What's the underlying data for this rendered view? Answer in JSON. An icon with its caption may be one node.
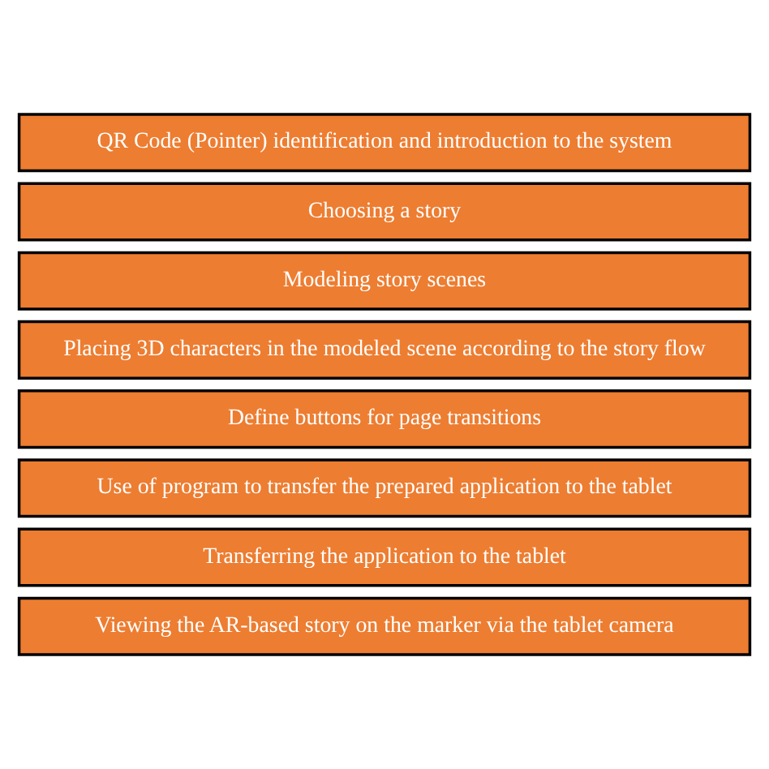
{
  "diagram": {
    "nodes": [
      {
        "text": [
          "QR Code (Pointer) identification and introduction to the system"
        ]
      },
      {
        "text": [
          "Choosing a story"
        ]
      },
      {
        "text": [
          "Modeling story scenes"
        ]
      },
      {
        "text": [
          "Placing 3D characters in the modeled scene according to the story flow"
        ]
      },
      {
        "text": [
          "Define buttons for page transitions"
        ]
      },
      {
        "text": [
          "Use of program to transfer the prepared application to the tablet"
        ]
      },
      {
        "text": [
          "Transferring the application to the tablet"
        ]
      },
      {
        "text": [
          "Viewing the AR-based story on the marker via the tablet camera"
        ]
      }
    ]
  }
}
